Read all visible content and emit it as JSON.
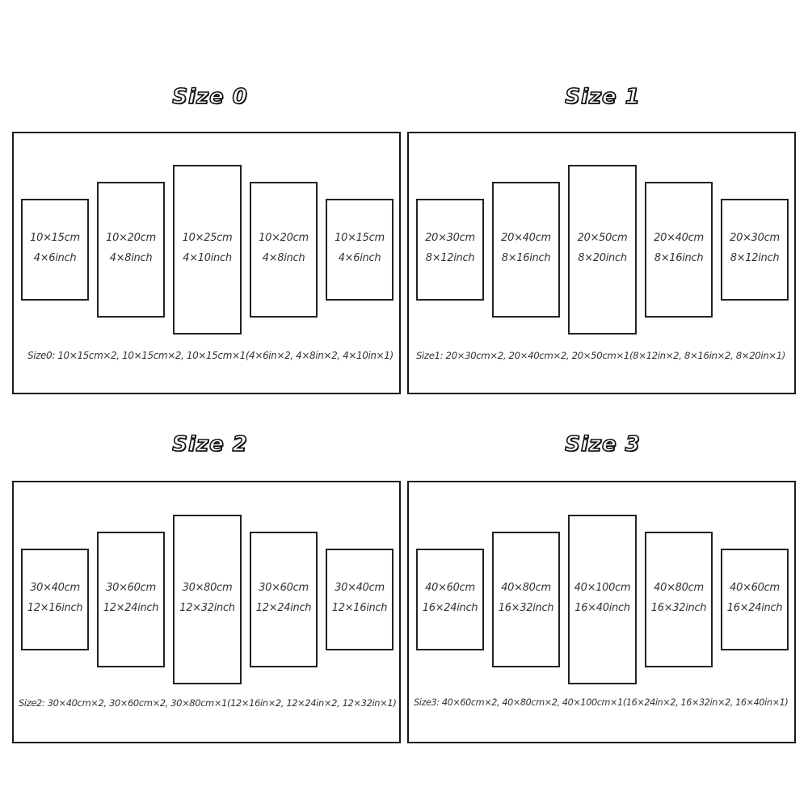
{
  "sections": [
    {
      "title": "Size 0",
      "summary": "Size0: 10×15cm×2, 10×15cm×2, 10×15cm×1(4×6in×2, 4×8in×2, 4×10in×1)",
      "panels": [
        {
          "cm": "10×15cm",
          "inch": "4×6inch"
        },
        {
          "cm": "10×20cm",
          "inch": "4×8inch"
        },
        {
          "cm": "10×25cm",
          "inch": "4×10inch"
        },
        {
          "cm": "10×20cm",
          "inch": "4×8inch"
        },
        {
          "cm": "10×15cm",
          "inch": "4×6inch"
        }
      ]
    },
    {
      "title": "Size 1",
      "summary": "Size1: 20×30cm×2, 20×40cm×2, 20×50cm×1(8×12in×2, 8×16in×2, 8×20in×1)",
      "panels": [
        {
          "cm": "20×30cm",
          "inch": "8×12inch"
        },
        {
          "cm": "20×40cm",
          "inch": "8×16inch"
        },
        {
          "cm": "20×50cm",
          "inch": "8×20inch"
        },
        {
          "cm": "20×40cm",
          "inch": "8×16inch"
        },
        {
          "cm": "20×30cm",
          "inch": "8×12inch"
        }
      ]
    },
    {
      "title": "Size 2",
      "summary": "Size2: 30×40cm×2, 30×60cm×2, 30×80cm×1(12×16in×2, 12×24in×2, 12×32in×1)",
      "panels": [
        {
          "cm": "30×40cm",
          "inch": "12×16inch"
        },
        {
          "cm": "30×60cm",
          "inch": "12×24inch"
        },
        {
          "cm": "30×80cm",
          "inch": "12×32inch"
        },
        {
          "cm": "30×60cm",
          "inch": "12×24inch"
        },
        {
          "cm": "30×40cm",
          "inch": "12×16inch"
        }
      ]
    },
    {
      "title": "Size 3",
      "summary": "Size3: 40×60cm×2, 40×80cm×2, 40×100cm×1(16×24in×2, 16×32in×2, 16×40in×1)",
      "panels": [
        {
          "cm": "40×60cm",
          "inch": "16×24inch"
        },
        {
          "cm": "40×80cm",
          "inch": "16×32inch"
        },
        {
          "cm": "40×100cm",
          "inch": "16×40inch"
        },
        {
          "cm": "40×80cm",
          "inch": "16×32inch"
        },
        {
          "cm": "40×60cm",
          "inch": "16×24inch"
        }
      ]
    }
  ]
}
